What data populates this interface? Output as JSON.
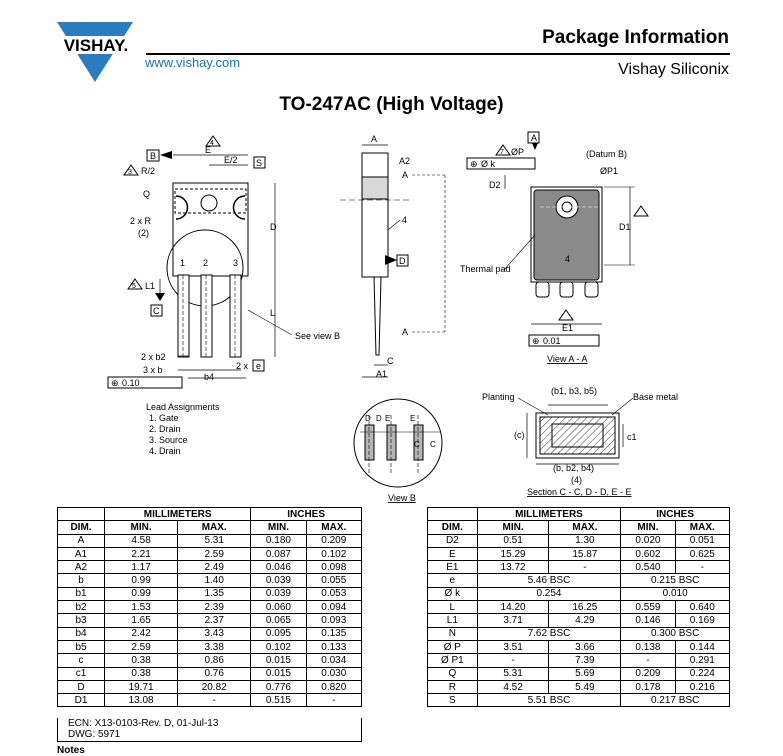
{
  "header": {
    "brand": "VISHAY.",
    "url": "www.vishay.com",
    "title": "Package Information",
    "subtitle": "Vishay Siliconix"
  },
  "document_title": "TO-247AC (High Voltage)",
  "drawing": {
    "labels": {
      "B": "B",
      "A": "A",
      "S": "S",
      "C": "C",
      "D": "D",
      "E": "E",
      "E2": "E/2",
      "R2": "R/2",
      "Q": "Q",
      "twoR": "2 x R",
      "two": "(2)",
      "L1": "L1",
      "L": "L",
      "see_view_b": "See view B",
      "twob2": "2 x b2",
      "threeb": "3 x b",
      "b4": "b4",
      "twoe": "2 x",
      "e": "e",
      "tol1": "0.10",
      "A2": "A2",
      "A1": "A1",
      "four": "4",
      "OP": "ØP",
      "OP1": "ØP1",
      "D1": "D1",
      "D2": "D2",
      "E1": "E1",
      "datum_b": "(Datum B)",
      "thermal_pad": "Thermal pad",
      "tol2": "0.01",
      "ok": "Ø k",
      "view_a": "View A - A",
      "view_b": "View B",
      "planting": "Planting",
      "base_metal": "Base metal",
      "b1b3b5": "(b1, b3, b5)",
      "bb2b4": "(b, b2, b4)",
      "c_par": "(c)",
      "c1": "c1",
      "four_par": "(4)",
      "section": "Section C - C, D - D, E - E",
      "pin1": "1",
      "pin2": "2",
      "pin3": "3",
      "note3": "3",
      "note4": "4",
      "note5": "5",
      "note7": "7"
    },
    "lead_assignments": {
      "title": "Lead Assignments",
      "items": [
        "1. Gate",
        "2. Drain",
        "3. Source",
        "4. Drain"
      ]
    }
  },
  "tables": {
    "headers": {
      "dim": "DIM.",
      "mm": "MILLIMETERS",
      "inch": "INCHES",
      "min": "MIN.",
      "max": "MAX."
    },
    "left": [
      [
        "A",
        "4.58",
        "5.31",
        "0.180",
        "0.209"
      ],
      [
        "A1",
        "2.21",
        "2.59",
        "0.087",
        "0.102"
      ],
      [
        "A2",
        "1.17",
        "2.49",
        "0.046",
        "0.098"
      ],
      [
        "b",
        "0.99",
        "1.40",
        "0.039",
        "0.055"
      ],
      [
        "b1",
        "0.99",
        "1.35",
        "0.039",
        "0.053"
      ],
      [
        "b2",
        "1.53",
        "2.39",
        "0.060",
        "0.094"
      ],
      [
        "b3",
        "1.65",
        "2.37",
        "0.065",
        "0.093"
      ],
      [
        "b4",
        "2.42",
        "3.43",
        "0.095",
        "0.135"
      ],
      [
        "b5",
        "2.59",
        "3.38",
        "0.102",
        "0.133"
      ],
      [
        "c",
        "0.38",
        "0.86",
        "0.015",
        "0.034"
      ],
      [
        "c1",
        "0.38",
        "0.76",
        "0.015",
        "0.030"
      ],
      [
        "D",
        "19.71",
        "20.82",
        "0.776",
        "0.820"
      ],
      [
        "D1",
        "13.08",
        "-",
        "0.515",
        "-"
      ]
    ],
    "right": [
      [
        "D2",
        "0.51",
        "1.30",
        "0.020",
        "0.051"
      ],
      [
        "E",
        "15.29",
        "15.87",
        "0.602",
        "0.625"
      ],
      [
        "E1",
        "13.72",
        "-",
        "0.540",
        "-"
      ],
      [
        "e",
        "5.46 BSC",
        "0.215 BSC"
      ],
      [
        "Ø k",
        "0.254",
        "0.010"
      ],
      [
        "L",
        "14.20",
        "16.25",
        "0.559",
        "0.640"
      ],
      [
        "L1",
        "3.71",
        "4.29",
        "0.146",
        "0.169"
      ],
      [
        "N",
        "7.62 BSC",
        "0.300 BSC"
      ],
      [
        "Ø P",
        "3.51",
        "3.66",
        "0.138",
        "0.144"
      ],
      [
        "Ø P1",
        "-",
        "7.39",
        "-",
        "0.291"
      ],
      [
        "Q",
        "5.31",
        "5.69",
        "0.209",
        "0.224"
      ],
      [
        "R",
        "4.52",
        "5.49",
        "0.178",
        "0.216"
      ],
      [
        "S",
        "5.51 BSC",
        "0.217 BSC"
      ]
    ]
  },
  "footer": {
    "ecn": "ECN: X13-0103-Rev. D, 01-Jul-13",
    "dwg": "DWG: 5971",
    "notes": "Notes"
  },
  "colors": {
    "brand": "#1a6fb5",
    "logo": "#2a7bc0",
    "pad": "#8a8a8a",
    "lead": "#b5b5b5"
  }
}
